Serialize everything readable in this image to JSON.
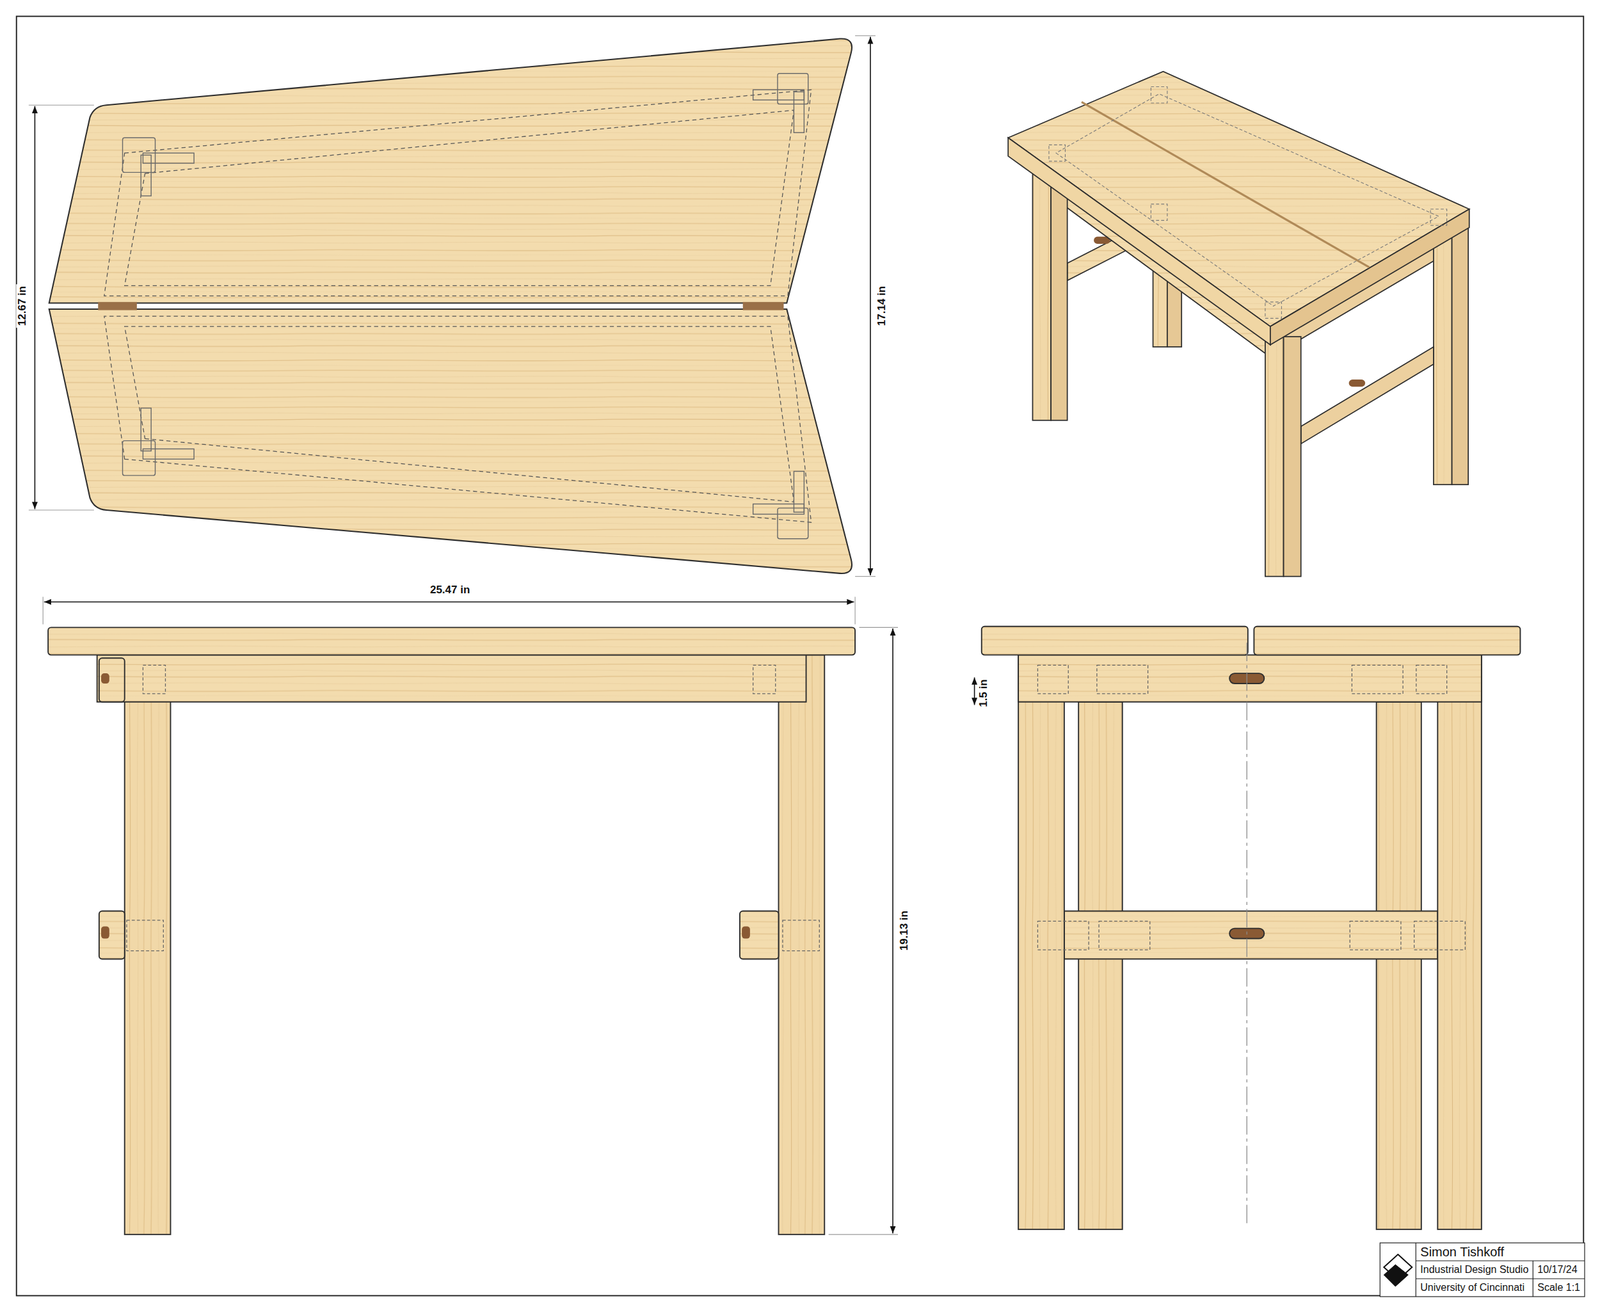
{
  "diagram": {
    "labels": [
      "12.67 in",
      "17.14 in",
      "25.47 in",
      "19.13 in",
      "1.5 in",
      "Simon Tishkoff",
      "Industrial Design Studio",
      "10/17/24",
      "University of Cincinnati",
      "Scale 1:1"
    ]
  }
}
